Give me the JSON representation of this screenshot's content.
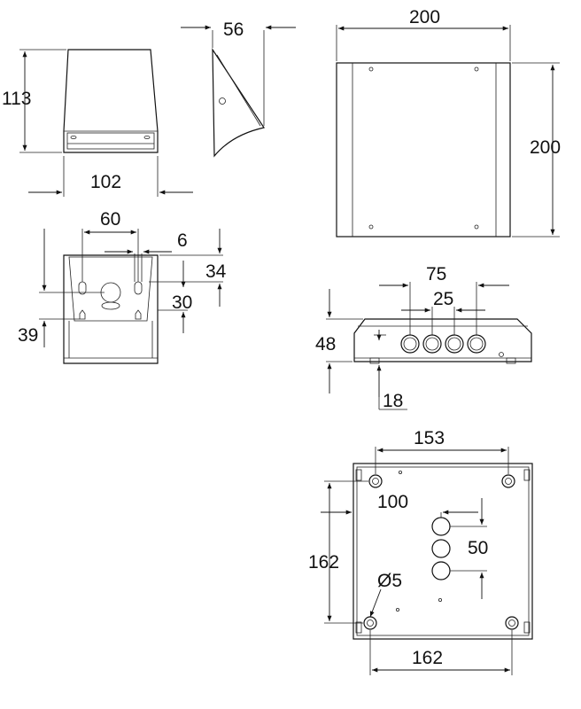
{
  "dimensions": {
    "front_height": "113",
    "side_depth": "56",
    "plate_width": "200",
    "plate_height": "200",
    "front_width": "102",
    "bottom_hole_spacing": "60",
    "bottom_offset": "6",
    "bottom_height": "34",
    "bottom_hole_height": "30",
    "bottom_total_height": "39",
    "box_hole_spacing_outer": "75",
    "box_hole_spacing_inner": "25",
    "box_height": "48",
    "box_base": "18",
    "base_hole_span_top": "153",
    "base_offset": "100",
    "base_height": "162",
    "base_hole_pitch": "50",
    "base_hole_diameter": "Ø5",
    "base_width": "162"
  },
  "colors": {
    "line": "#111111",
    "background": "#ffffff"
  }
}
